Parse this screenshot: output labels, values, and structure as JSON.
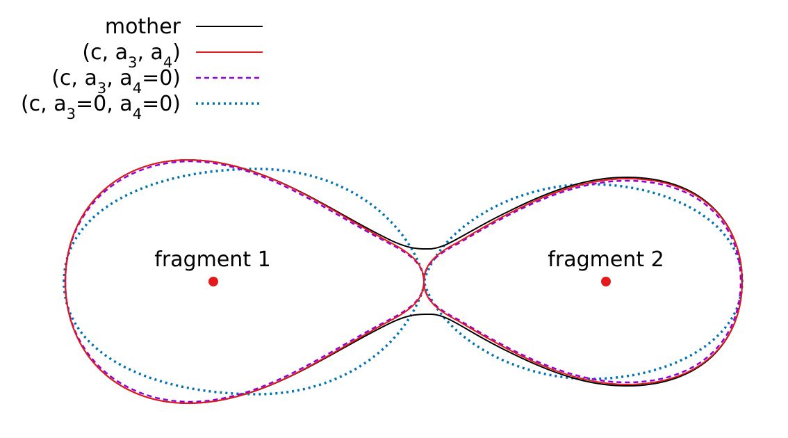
{
  "legend": {
    "items": [
      {
        "key": "mother",
        "parts": [
          {
            "t": "mother"
          }
        ],
        "color": "#000000",
        "style": "solid"
      },
      {
        "key": "full",
        "parts": [
          {
            "t": "(c, a"
          },
          {
            "t": "3",
            "sub": true
          },
          {
            "t": ", a"
          },
          {
            "t": "4",
            "sub": true
          },
          {
            "t": ")"
          }
        ],
        "color": "#e31a1c",
        "style": "solid"
      },
      {
        "key": "a4zero",
        "parts": [
          {
            "t": "(c, a"
          },
          {
            "t": "3",
            "sub": true
          },
          {
            "t": ", a"
          },
          {
            "t": "4",
            "sub": true
          },
          {
            "t": "=0)"
          }
        ],
        "color": "#9400d3",
        "style": "dashed"
      },
      {
        "key": "a3a4zero",
        "parts": [
          {
            "t": "(c, a"
          },
          {
            "t": "3",
            "sub": true
          },
          {
            "t": "=0, a"
          },
          {
            "t": "4",
            "sub": true
          },
          {
            "t": "=0)"
          }
        ],
        "color": "#0072b2",
        "style": "dotted"
      }
    ]
  },
  "fragments": [
    {
      "label": "fragment 1",
      "marker_color": "#e31a1c"
    },
    {
      "label": "fragment 2",
      "marker_color": "#e31a1c"
    }
  ]
}
